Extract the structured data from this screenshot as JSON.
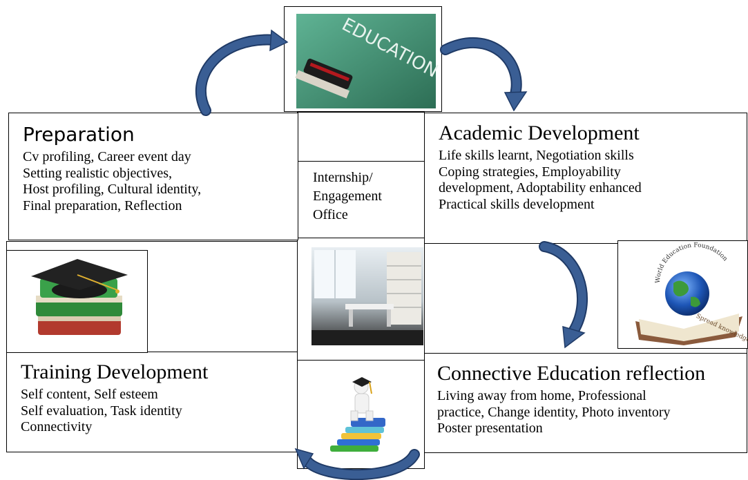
{
  "center": {
    "office_label_lines": [
      "Internship/",
      "Engagement",
      "Office"
    ]
  },
  "preparation": {
    "title": "Preparation",
    "lines": [
      "Cv profiling, Career event day",
      "Setting realistic objectives,",
      "Host profiling, Cultural identity,",
      "Final preparation, Reflection"
    ]
  },
  "academic": {
    "title": "Academic Development",
    "lines": [
      "Life skills learnt, Negotiation skills",
      "Coping strategies, Employability",
      "development, Adoptability enhanced",
      "Practical skills development"
    ]
  },
  "training": {
    "title": "Training Development",
    "lines": [
      "Self content, Self esteem",
      "Self evaluation, Task identity",
      "Connectivity"
    ]
  },
  "connective": {
    "title": "Connective Education reflection",
    "lines": [
      "Living away from home, Professional",
      "practice, Change identity, Photo inventory",
      "Poster presentation"
    ]
  },
  "images": {
    "education_board_text": "EDUCATION",
    "globe_caption_arc": "World Education Foundation",
    "globe_book_text": "Spread knowledge"
  },
  "colors": {
    "arrow_fill": "#3A5E94",
    "arrow_stroke": "#1F3A66",
    "chalkboard": "#3E8A6C"
  }
}
